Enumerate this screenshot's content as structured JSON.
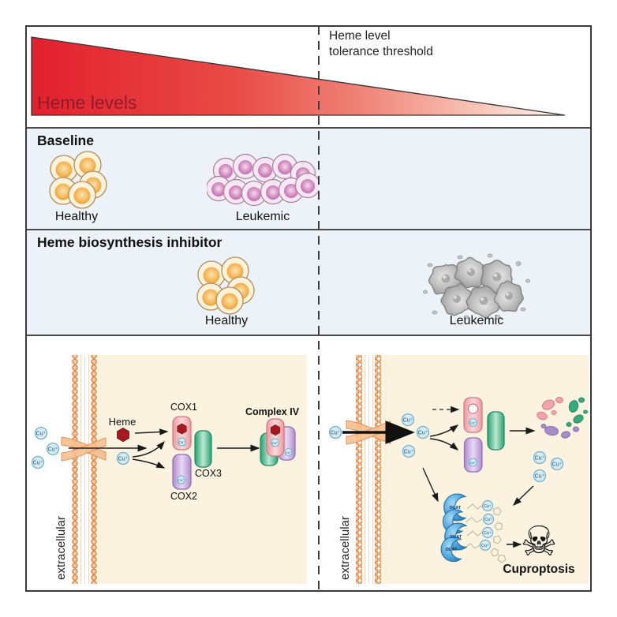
{
  "top_panel": {
    "heme_label": "Heme levels",
    "threshold_line1": "Heme level",
    "threshold_line2": "tolerance threshold"
  },
  "baseline_panel": {
    "title": "Baseline",
    "healthy_label": "Healthy",
    "leukemic_label": "Leukemic"
  },
  "inhibitor_panel": {
    "title": "Heme biosynthesis inhibitor",
    "healthy_label": "Healthy",
    "leukemic_label": "Leukemic"
  },
  "left_pathway": {
    "extracellular_label": "extracellular",
    "heme_label": "Heme",
    "cox1_label": "COX1",
    "cox2_label": "COX2",
    "cox3_label": "COX3",
    "complex_iv_label": "Complex IV"
  },
  "right_pathway": {
    "extracellular_label": "extracellular",
    "dlat_label": "DLAT",
    "cuproptosis_label": "Cuproptosis",
    "skull_icon": "☠"
  },
  "ion_label": "Cu⁺",
  "colors": {
    "heme_red": "#e2242f",
    "healthy_orange": "#ee9c2e",
    "leukemic_pink": "#c06aab",
    "dead_gray": "#a9a9a9",
    "cox1_pink": "#ec99a2",
    "cox2_purple": "#af8cce",
    "cox3_green": "#27a173",
    "copper_blue": "#d4ebf4",
    "dlat_blue": "#3390c8",
    "membrane_orange": "#e0793a",
    "intracellular_cream": "#fbf3e0",
    "panel_blue": "#edf2f8"
  }
}
